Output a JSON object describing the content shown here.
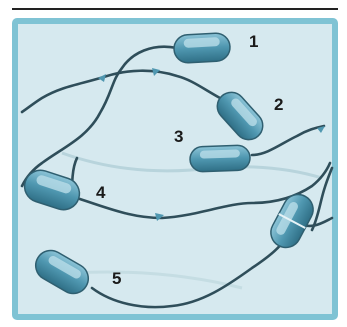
{
  "labels": [
    "1",
    "2",
    "3",
    "4",
    "5"
  ],
  "colors": {
    "frame": "#7fc3d4",
    "background": "#d6e9ef",
    "cell_body": "#4b93ac",
    "cell_light": "#a9d4e2",
    "flagellum": "#2f4e5a"
  }
}
